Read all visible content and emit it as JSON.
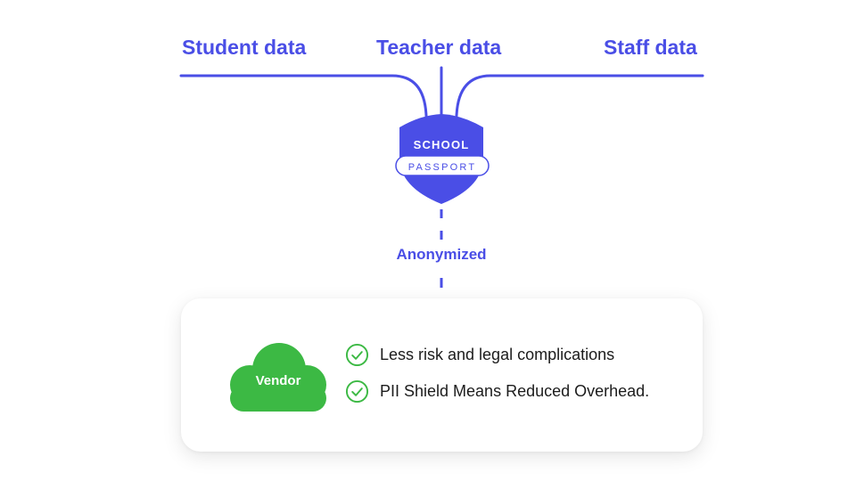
{
  "sources": {
    "student": "Student data",
    "teacher": "Teacher data",
    "staff": "Staff data"
  },
  "shield": {
    "top_text": "SCHOOL",
    "banner_text": "PASSPORT"
  },
  "connector_label": "Anonymized",
  "vendor": {
    "label": "Vendor",
    "benefits": [
      "Less risk and legal complications",
      "PII Shield Means Reduced Overhead."
    ]
  },
  "colors": {
    "primary": "#4a4ee6",
    "vendor_green": "#3cb944",
    "check_green": "#3cb944",
    "text": "#1c1c1c"
  },
  "icons": [
    "shield-icon",
    "cloud-icon",
    "check-circle-icon"
  ]
}
